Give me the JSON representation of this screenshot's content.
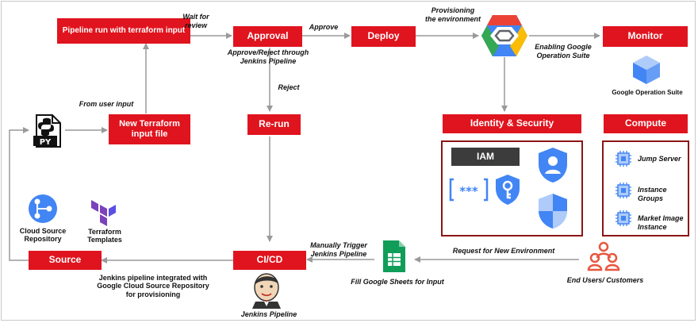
{
  "boxes": {
    "pipeline_run": "Pipeline  run with terraform input",
    "approval": "Approval",
    "deploy": "Deploy",
    "monitor": "Monitor",
    "new_terraform": "New Terraform input file",
    "rerun": "Re-run",
    "identity_security": "Identity & Security",
    "compute": "Compute",
    "source": "Source",
    "cicd": "CI/CD"
  },
  "labels": {
    "wait_for_review": "Wait for review",
    "approve": "Approve",
    "provisioning": "Provisioning the environment",
    "enabling_google_ops": "Enabling Google Operation Suite",
    "approve_reject": "Approve/Reject through Jenkins Pipeline",
    "reject": "Reject",
    "from_user_input": "From user input",
    "manually_trigger": "Manually Trigger Jenkins Pipeline",
    "request_new_env": "Request for New Environment",
    "fill_google_sheets": "Fill Google Sheets for Input",
    "end_users": "End Users/ Customers",
    "jenkins_integrated": "Jenkins pipeline integrated with Google Cloud Source Repository for provisioning",
    "jenkins_pipeline": "Jenkins Pipeline"
  },
  "icons": {
    "google_operation_suite": "Google Operation Suite",
    "cloud_source_repository": "Cloud Source Repository",
    "terraform_templates": "Terraform Templates",
    "python_file": "PY"
  },
  "iam": {
    "label": "IAM"
  },
  "compute_items": [
    "Jump Server",
    "Instance Groups",
    "Market Image Instance"
  ],
  "colors": {
    "accent_red": "#e0141e",
    "panel_border": "#8c1515",
    "arrow": "#999999",
    "google_blue": "#4285f4"
  }
}
